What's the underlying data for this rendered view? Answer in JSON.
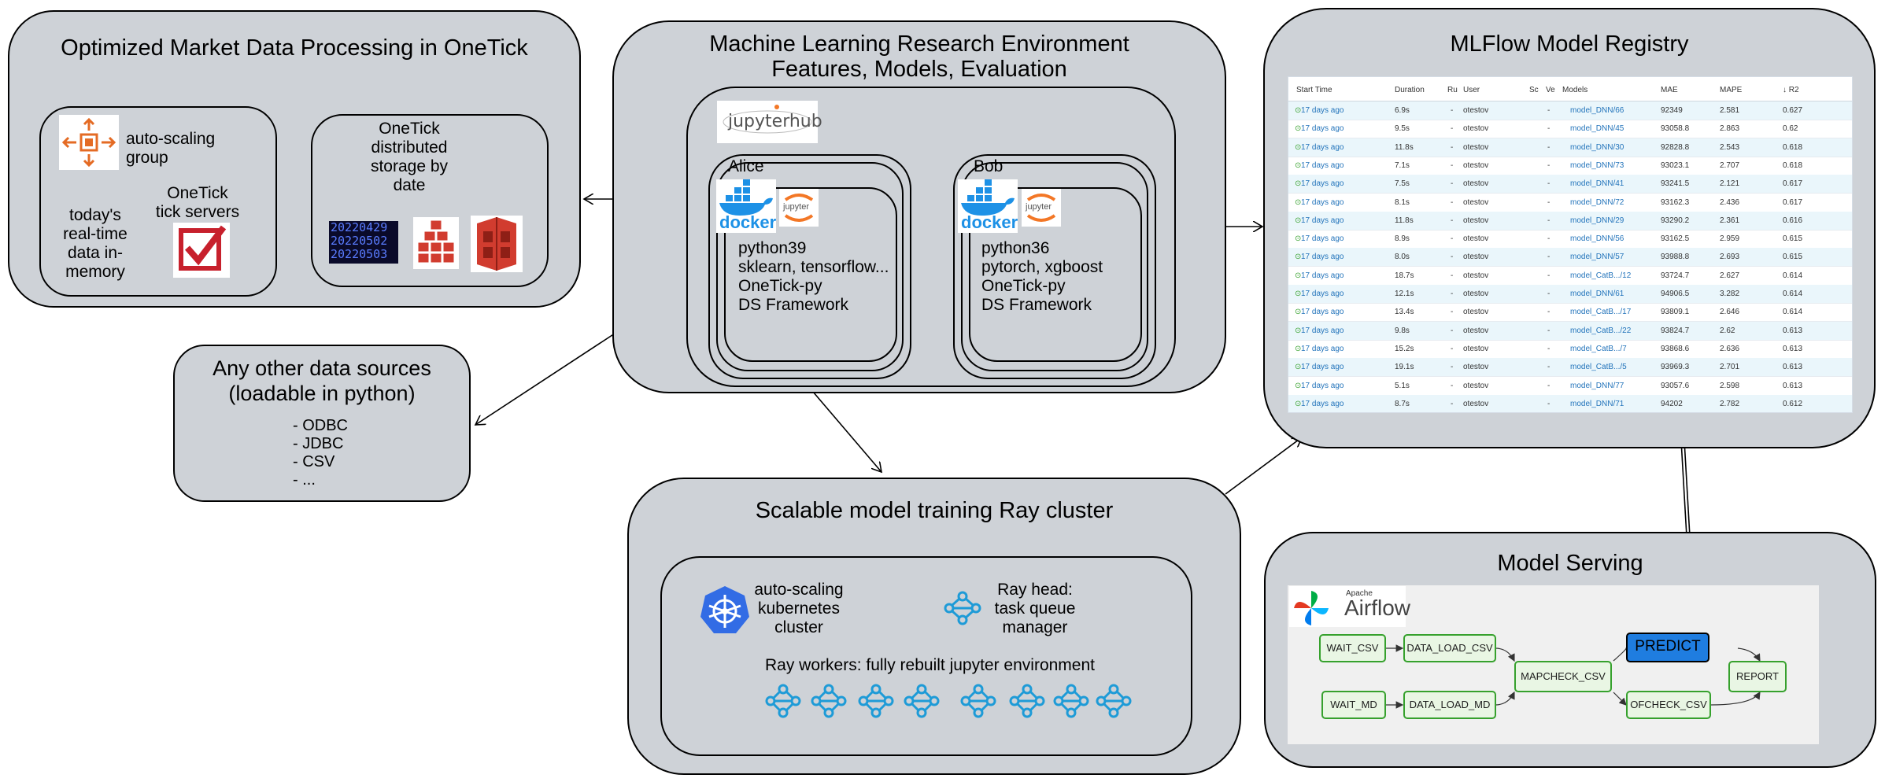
{
  "onetick": {
    "title": "Optimized Market Data Processing in OneTick",
    "autoscaling": "auto-scaling group",
    "realtime": "today's real-time data in-memory",
    "tickservers": "OneTick tick servers",
    "storage": "OneTick distributed storage by date",
    "dates": [
      "20220429",
      "20220502",
      "20220503"
    ]
  },
  "mlre": {
    "title_line1": "Machine Learning Research Environment",
    "title_line2": "Features, Models, Evaluation",
    "jupyterhub": "jupyterhub",
    "alice": {
      "name": "Alice",
      "docker": "docker",
      "jupyter": "jupyter",
      "env": [
        "python39",
        "sklearn, tensorflow...",
        "OneTick-py",
        "DS Framework"
      ]
    },
    "bob": {
      "name": "Bob",
      "docker": "docker",
      "jupyter": "jupyter",
      "env": [
        "python36",
        "pytorch, xgboost",
        "OneTick-py",
        "DS Framework"
      ]
    }
  },
  "other_sources": {
    "title_line1": "Any other data sources",
    "title_line2": "(loadable in python)",
    "items": [
      "- ODBC",
      "- JDBC",
      "- CSV",
      "- ..."
    ]
  },
  "ray": {
    "title": "Scalable model training Ray cluster",
    "k8s": "auto-scaling kubernetes cluster",
    "head": "Ray head: task queue manager",
    "workers": "Ray workers: fully rebuilt jupyter environment",
    "worker_count": 8
  },
  "mlflow": {
    "title": "MLFlow Model Registry",
    "columns": [
      "Start Time",
      "Duration",
      "Ru",
      "User",
      "Sc",
      "Ve",
      "Models",
      "MAE",
      "MAPE",
      "↓ R2"
    ],
    "rows": [
      {
        "time": "17 days ago",
        "dur": "6.9s",
        "run": "-",
        "user": "otestov",
        "sc": "-",
        "model": "model_DNN/66",
        "mae": "92349",
        "mape": "2.581",
        "r2": "0.627"
      },
      {
        "time": "17 days ago",
        "dur": "9.5s",
        "run": "-",
        "user": "otestov",
        "sc": "-",
        "model": "model_DNN/45",
        "mae": "93058.8",
        "mape": "2.863",
        "r2": "0.62"
      },
      {
        "time": "17 days ago",
        "dur": "11.8s",
        "run": "-",
        "user": "otestov",
        "sc": "-",
        "model": "model_DNN/30",
        "mae": "92828.8",
        "mape": "2.543",
        "r2": "0.618"
      },
      {
        "time": "17 days ago",
        "dur": "7.1s",
        "run": "-",
        "user": "otestov",
        "sc": "-",
        "model": "model_DNN/73",
        "mae": "93023.1",
        "mape": "2.707",
        "r2": "0.618"
      },
      {
        "time": "17 days ago",
        "dur": "7.5s",
        "run": "-",
        "user": "otestov",
        "sc": "-",
        "model": "model_DNN/41",
        "mae": "93241.5",
        "mape": "2.121",
        "r2": "0.617"
      },
      {
        "time": "17 days ago",
        "dur": "8.1s",
        "run": "-",
        "user": "otestov",
        "sc": "-",
        "model": "model_DNN/72",
        "mae": "93162.3",
        "mape": "2.436",
        "r2": "0.617"
      },
      {
        "time": "17 days ago",
        "dur": "11.8s",
        "run": "-",
        "user": "otestov",
        "sc": "-",
        "model": "model_DNN/29",
        "mae": "93290.2",
        "mape": "2.361",
        "r2": "0.616"
      },
      {
        "time": "17 days ago",
        "dur": "8.9s",
        "run": "-",
        "user": "otestov",
        "sc": "-",
        "model": "model_DNN/56",
        "mae": "93162.5",
        "mape": "2.959",
        "r2": "0.615"
      },
      {
        "time": "17 days ago",
        "dur": "8.0s",
        "run": "-",
        "user": "otestov",
        "sc": "-",
        "model": "model_DNN/57",
        "mae": "93988.8",
        "mape": "2.693",
        "r2": "0.615"
      },
      {
        "time": "17 days ago",
        "dur": "18.7s",
        "run": "-",
        "user": "otestov",
        "sc": "-",
        "model": "model_CatB.../12",
        "mae": "93724.7",
        "mape": "2.627",
        "r2": "0.614"
      },
      {
        "time": "17 days ago",
        "dur": "12.1s",
        "run": "-",
        "user": "otestov",
        "sc": "-",
        "model": "model_DNN/61",
        "mae": "94906.5",
        "mape": "3.282",
        "r2": "0.614"
      },
      {
        "time": "17 days ago",
        "dur": "13.4s",
        "run": "-",
        "user": "otestov",
        "sc": "-",
        "model": "model_CatB.../17",
        "mae": "93809.1",
        "mape": "2.646",
        "r2": "0.614"
      },
      {
        "time": "17 days ago",
        "dur": "9.8s",
        "run": "-",
        "user": "otestov",
        "sc": "-",
        "model": "model_CatB.../22",
        "mae": "93824.7",
        "mape": "2.62",
        "r2": "0.613"
      },
      {
        "time": "17 days ago",
        "dur": "15.2s",
        "run": "-",
        "user": "otestov",
        "sc": "-",
        "model": "model_CatB.../7",
        "mae": "93868.6",
        "mape": "2.636",
        "r2": "0.613"
      },
      {
        "time": "17 days ago",
        "dur": "19.1s",
        "run": "-",
        "user": "otestov",
        "sc": "-",
        "model": "model_CatB.../5",
        "mae": "93969.3",
        "mape": "2.701",
        "r2": "0.613"
      },
      {
        "time": "17 days ago",
        "dur": "5.1s",
        "run": "-",
        "user": "otestov",
        "sc": "-",
        "model": "model_DNN/77",
        "mae": "93057.6",
        "mape": "2.598",
        "r2": "0.613"
      },
      {
        "time": "17 days ago",
        "dur": "8.7s",
        "run": "-",
        "user": "otestov",
        "sc": "-",
        "model": "model_DNN/71",
        "mae": "94202",
        "mape": "2.782",
        "r2": "0.612"
      }
    ]
  },
  "serving": {
    "title": "Model Serving",
    "airflow_small": "Apache",
    "airflow": "Airflow",
    "nodes": {
      "wait_csv": "WAIT_CSV",
      "data_load_csv": "DATA_LOAD_CSV",
      "mapcheck": "MAPCHECK_CSV",
      "predict": "PREDICT",
      "report": "REPORT",
      "wait_md": "WAIT_MD",
      "data_load_md": "DATA_LOAD_MD",
      "ofcheck": "OFCHECK_CSV"
    }
  },
  "colors": {
    "panel": "#ced2d7",
    "aws_red": "#d13c2f",
    "k8s_blue": "#326ce5",
    "ray_blue": "#1e9bd7",
    "docker_blue": "#1d91e6",
    "jupyter_orange": "#f37726",
    "airflow_green": "#36a12d",
    "predict_blue": "#1f7de0",
    "mlflow_link": "#2374bb"
  }
}
